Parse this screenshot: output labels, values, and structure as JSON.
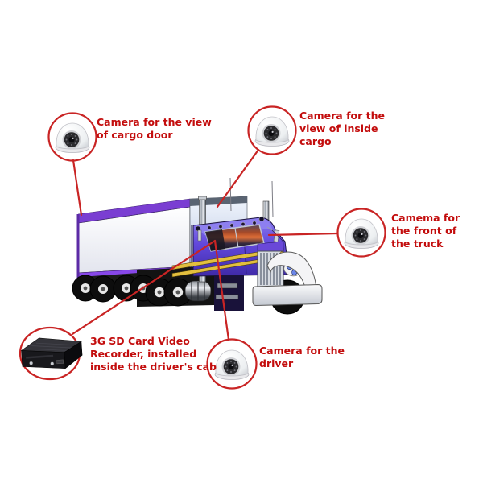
{
  "page": {
    "background": "#ffffff"
  },
  "colors": {
    "annotation_red": "#c92424",
    "label_text_red": "#c30d0d",
    "trailer_trim_purple": "#7a3ed2",
    "cab_purple": "#5b3fd6",
    "stripe_yellow": "#e2be3e"
  },
  "annotations": [
    {
      "id": "cargo-door-camera",
      "marker": "dome-camera-icon",
      "lines": [
        "Camera for the view",
        "of cargo door"
      ]
    },
    {
      "id": "inside-cargo-camera",
      "marker": "dome-camera-icon",
      "lines": [
        "Camera for the",
        "view of inside",
        "cargo"
      ]
    },
    {
      "id": "front-camera",
      "marker": "dome-camera-icon",
      "lines": [
        "Camema for",
        "the front of",
        "the truck"
      ]
    },
    {
      "id": "video-recorder",
      "marker": "dvr-recorder-icon",
      "lines": [
        "3G SD Card Video",
        "Recorder, installed",
        "inside the driver's cab"
      ]
    },
    {
      "id": "driver-camera",
      "marker": "dome-camera-icon",
      "lines": [
        "Camera for the",
        "driver"
      ]
    }
  ],
  "illustration": {
    "subject": "semi-truck with trailer"
  }
}
